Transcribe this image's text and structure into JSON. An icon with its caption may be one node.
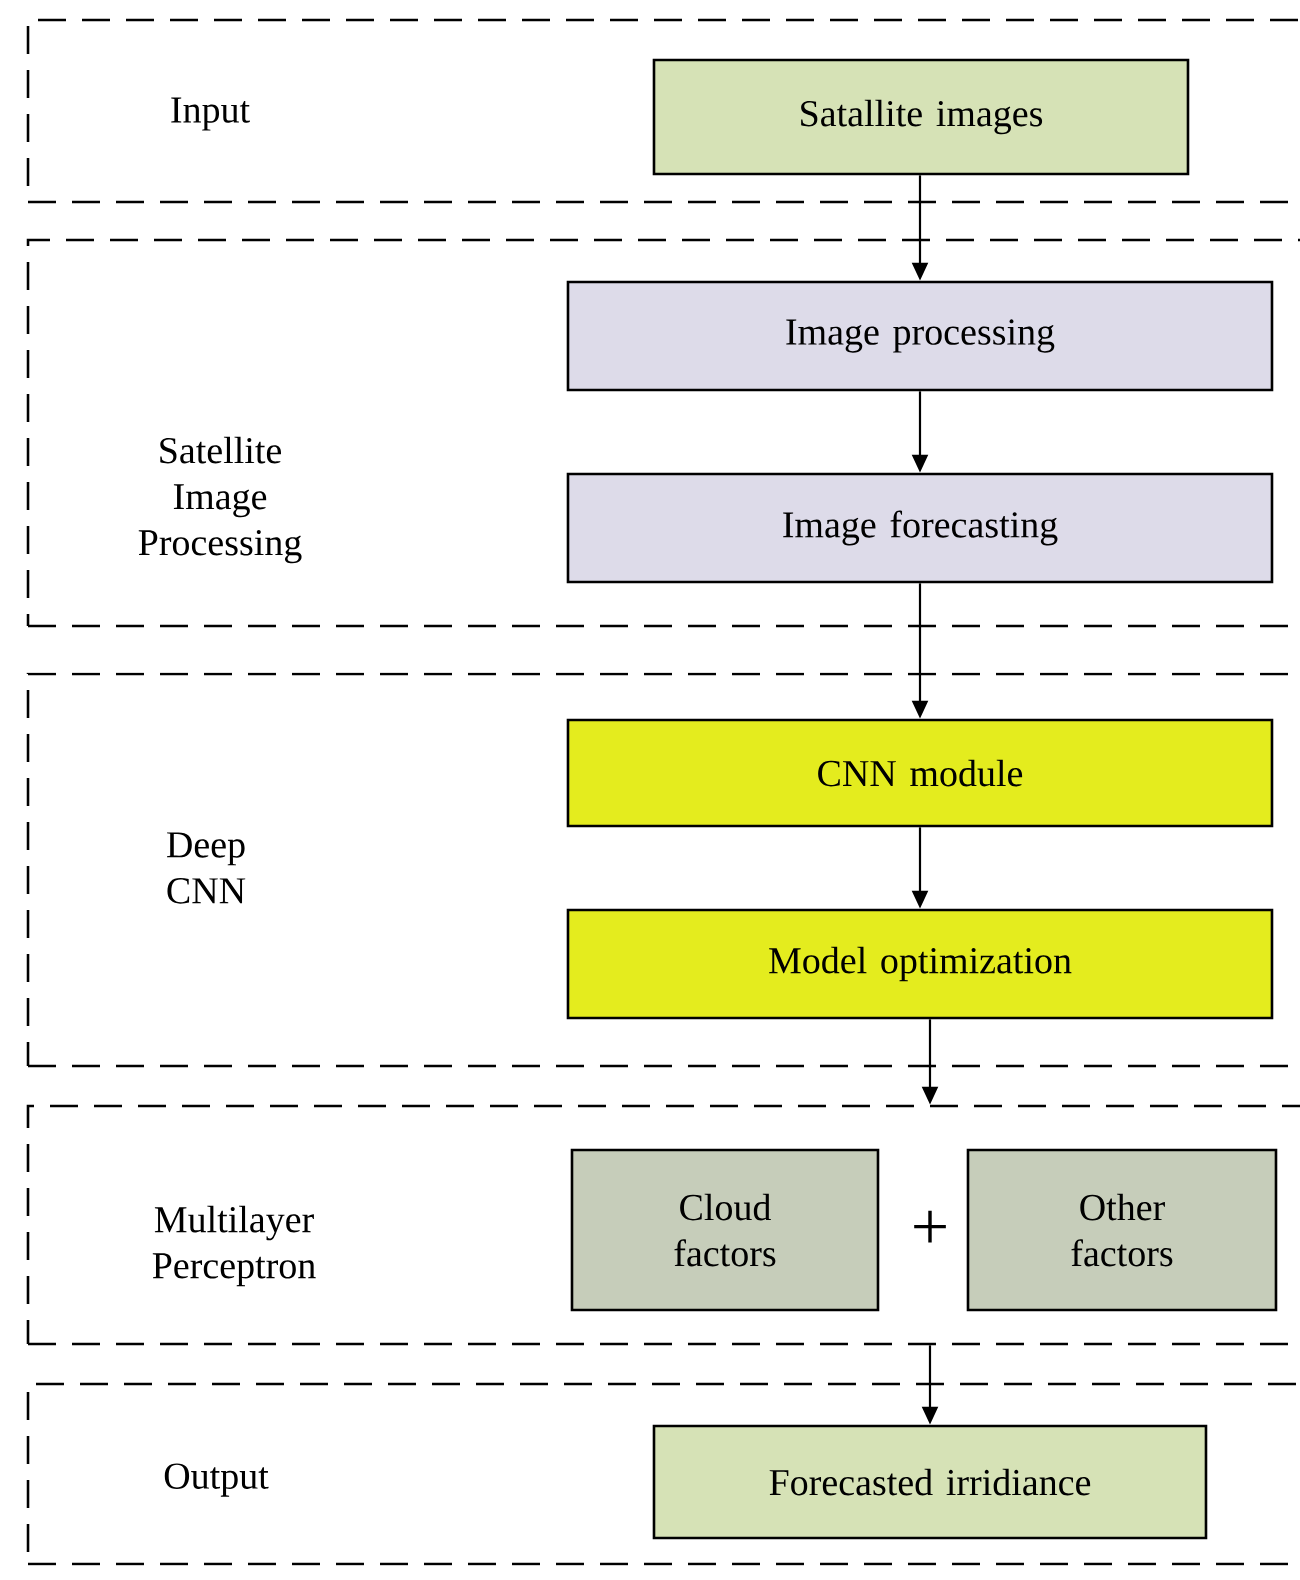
{
  "diagram": {
    "nodes": [
      {
        "text": [
          "Input"
        ]
      },
      {
        "text": [
          "Satallite images"
        ],
        "in": 0
      },
      {
        "text": [
          "Satellite Image Processing"
        ]
      },
      {
        "text": [
          "Image processing"
        ],
        "in": 2
      },
      {
        "text": [
          "Image forecasting"
        ],
        "in": 2
      },
      {
        "text": [
          "Deep CNN"
        ]
      },
      {
        "text": [
          "CNN module"
        ],
        "in": 5
      },
      {
        "text": [
          "Model optimization"
        ],
        "in": 5
      },
      {
        "text": [
          "Multilayer Perceptron"
        ]
      },
      {
        "text": [
          "Cloud factors"
        ],
        "in": 8
      },
      {
        "text": [
          "Other factors"
        ],
        "in": 8
      },
      {
        "text": [
          "Output"
        ]
      },
      {
        "text": [
          "Forecasted irridiance"
        ],
        "in": 11
      }
    ],
    "edges": [
      {
        "from": 1,
        "to": 3,
        "arrow": "to"
      },
      {
        "from": 3,
        "to": 4,
        "arrow": "to"
      },
      {
        "from": 4,
        "to": 6,
        "arrow": "to"
      },
      {
        "from": 6,
        "to": 7,
        "arrow": "to"
      },
      {
        "from": 7,
        "to": 8,
        "arrow": "to"
      },
      {
        "from": 8,
        "to": 12,
        "arrow": "to"
      }
    ],
    "labels": [
      "+"
    ]
  }
}
